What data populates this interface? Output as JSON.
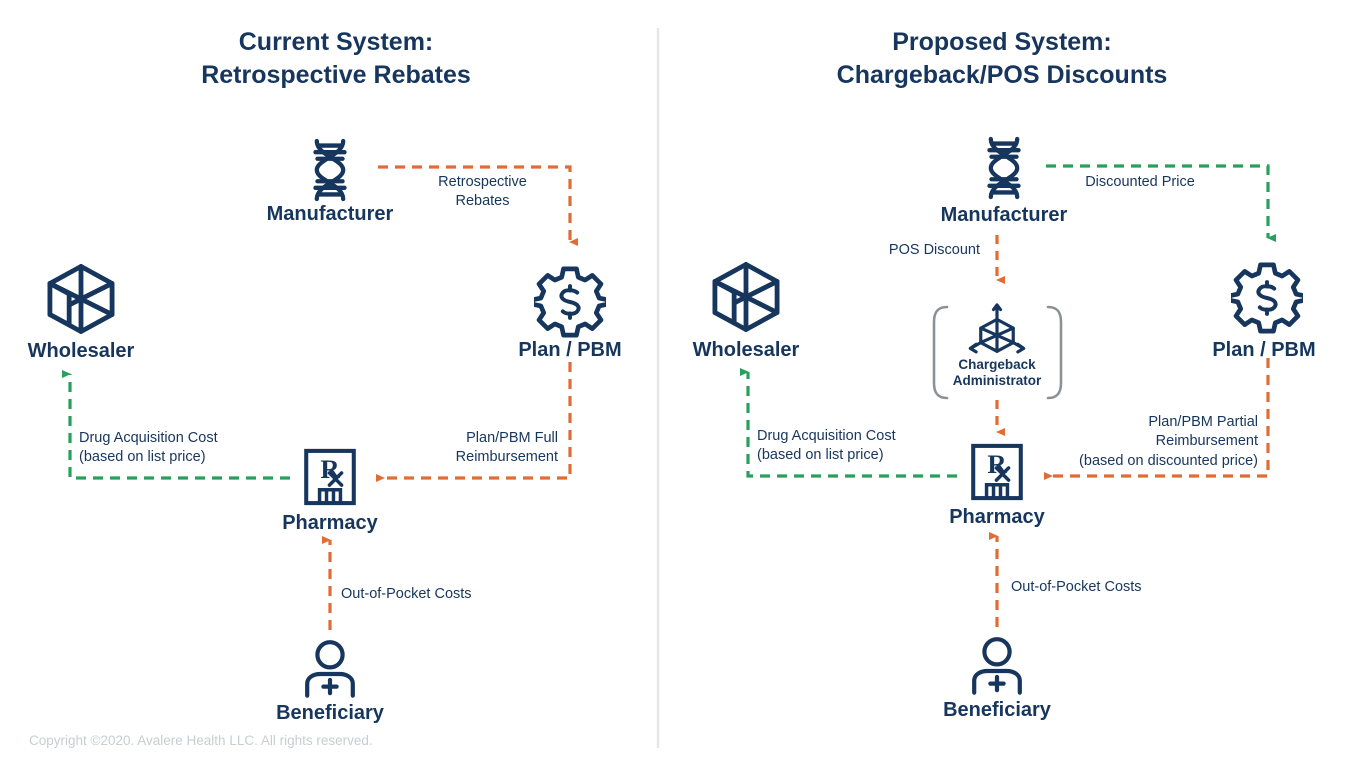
{
  "meta": {
    "colors": {
      "navy": "#17365d",
      "orange": "#e06c36",
      "green": "#28a05c",
      "gray_bracket": "#8c9196",
      "divider": "#e3e7ea",
      "copyright": "#c8cdd3",
      "background": "#ffffff"
    }
  },
  "panels": [
    {
      "id": "current",
      "title_line1": "Current System:",
      "title_line2": "Retrospective Rebates",
      "nodes": [
        {
          "id": "manufacturer",
          "label": "Manufacturer",
          "icon": "dna-icon"
        },
        {
          "id": "plan-pbm",
          "label": "Plan / PBM",
          "icon": "gear-dollar-icon"
        },
        {
          "id": "wholesaler",
          "label": "Wholesaler",
          "icon": "open-box-icon"
        },
        {
          "id": "pharmacy",
          "label": "Pharmacy",
          "icon": "rx-building-icon"
        },
        {
          "id": "beneficiary",
          "label": "Beneficiary",
          "icon": "person-plus-icon"
        }
      ],
      "flows": [
        {
          "id": "retrospective-rebates",
          "line1": "Retrospective",
          "line2": "Rebates",
          "color": "orange",
          "from": "manufacturer",
          "to": "plan-pbm"
        },
        {
          "id": "plan-pbm-full-reimbursement",
          "line1": "Plan/PBM Full",
          "line2": "Reimbursement",
          "color": "orange",
          "from": "plan-pbm",
          "to": "pharmacy"
        },
        {
          "id": "drug-acquisition-cost",
          "line1": "Drug Acquisition Cost",
          "line2": "(based on list price)",
          "color": "green",
          "from": "pharmacy",
          "to": "wholesaler"
        },
        {
          "id": "out-of-pocket-costs",
          "line1": "Out-of-Pocket Costs",
          "line2": "",
          "color": "orange",
          "from": "beneficiary",
          "to": "pharmacy"
        }
      ]
    },
    {
      "id": "proposed",
      "title_line1": "Proposed System:",
      "title_line2": "Chargeback/POS Discounts",
      "nodes": [
        {
          "id": "manufacturer",
          "label": "Manufacturer",
          "icon": "dna-icon"
        },
        {
          "id": "plan-pbm",
          "label": "Plan / PBM",
          "icon": "gear-dollar-icon"
        },
        {
          "id": "wholesaler",
          "label": "Wholesaler",
          "icon": "open-box-icon"
        },
        {
          "id": "chargeback-administrator",
          "label_line1": "Chargeback",
          "label_line2": "Administrator",
          "icon": "distribution-node-icon"
        },
        {
          "id": "pharmacy",
          "label": "Pharmacy",
          "icon": "rx-building-icon"
        },
        {
          "id": "beneficiary",
          "label": "Beneficiary",
          "icon": "person-plus-icon"
        }
      ],
      "flows": [
        {
          "id": "discounted-price",
          "line1": "Discounted Price",
          "line2": "",
          "color": "green",
          "from": "manufacturer",
          "to": "plan-pbm"
        },
        {
          "id": "pos-discount",
          "line1": "POS Discount",
          "line2": "",
          "color": "orange",
          "from": "manufacturer",
          "to": "chargeback-administrator"
        },
        {
          "id": "chargeback-to-pharmacy",
          "line1": "",
          "line2": "",
          "color": "orange",
          "from": "chargeback-administrator",
          "to": "pharmacy"
        },
        {
          "id": "plan-pbm-partial-reimbursement",
          "line1": "Plan/PBM Partial",
          "line2": "Reimbursement",
          "line3": "(based on discounted price)",
          "color": "orange",
          "from": "plan-pbm",
          "to": "pharmacy"
        },
        {
          "id": "drug-acquisition-cost",
          "line1": "Drug Acquisition Cost",
          "line2": "(based on list price)",
          "color": "green",
          "from": "pharmacy",
          "to": "wholesaler"
        },
        {
          "id": "out-of-pocket-costs",
          "line1": "Out-of-Pocket Costs",
          "line2": "",
          "color": "orange",
          "from": "beneficiary",
          "to": "pharmacy"
        }
      ]
    }
  ],
  "footer": {
    "copyright": "Copyright ©2020. Avalere Health LLC. All rights reserved."
  }
}
